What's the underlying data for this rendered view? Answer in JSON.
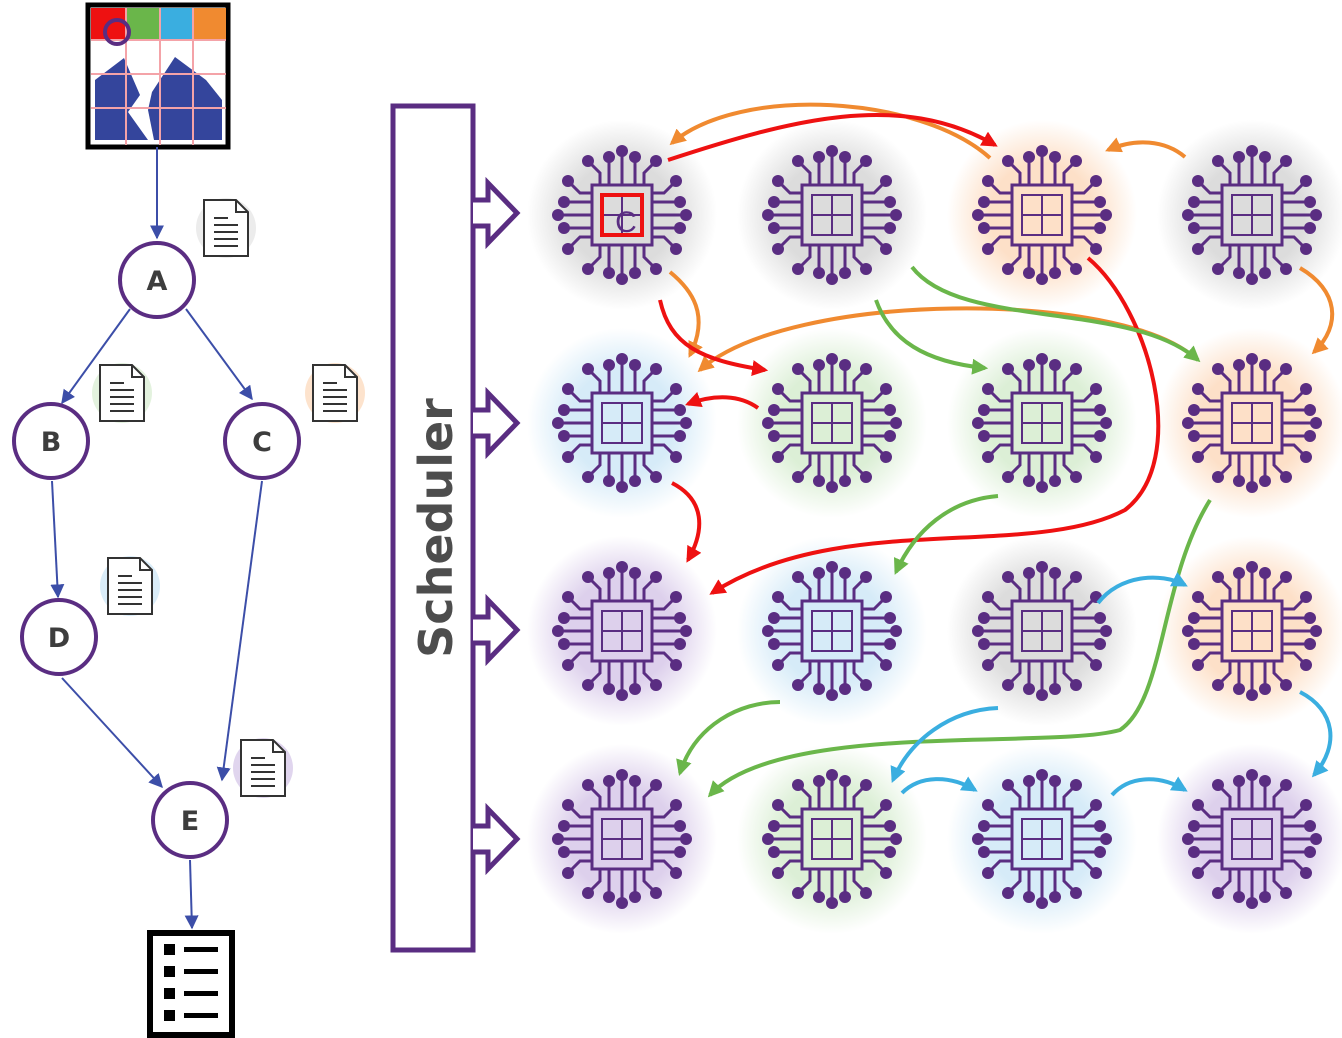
{
  "graph": {
    "nodes": [
      {
        "id": "A",
        "label": "A"
      },
      {
        "id": "B",
        "label": "B"
      },
      {
        "id": "C",
        "label": "C"
      },
      {
        "id": "D",
        "label": "D"
      },
      {
        "id": "E",
        "label": "E"
      }
    ],
    "edges": [
      [
        "A",
        "B"
      ],
      [
        "A",
        "C"
      ],
      [
        "B",
        "D"
      ],
      [
        "D",
        "E"
      ],
      [
        "C",
        "E"
      ]
    ]
  },
  "scheduler": {
    "label": "Scheduler"
  },
  "chip_grid": {
    "rows": [
      [
        "gray",
        "gray",
        "orange",
        "gray"
      ],
      [
        "blue",
        "green",
        "green",
        "orange"
      ],
      [
        "purple",
        "blue",
        "gray",
        "orange"
      ],
      [
        "purple",
        "green",
        "blue",
        "purple"
      ]
    ],
    "highlighted_chip_glyph": "C"
  },
  "colors": {
    "graph_node_stroke": "#5a2d82",
    "graph_edge": "#3c4ea8",
    "chip_purple": "#5a2d82",
    "arrow_red": "#ee1111",
    "arrow_orange": "#f08a30",
    "arrow_green": "#6ab64a",
    "arrow_blue": "#3aaee0",
    "halo_gray": "#dcdcdc",
    "halo_orange": "#fde0c8",
    "halo_blue": "#d6ebf8",
    "halo_green": "#dcefd6",
    "halo_purple": "#ddd0ec"
  }
}
